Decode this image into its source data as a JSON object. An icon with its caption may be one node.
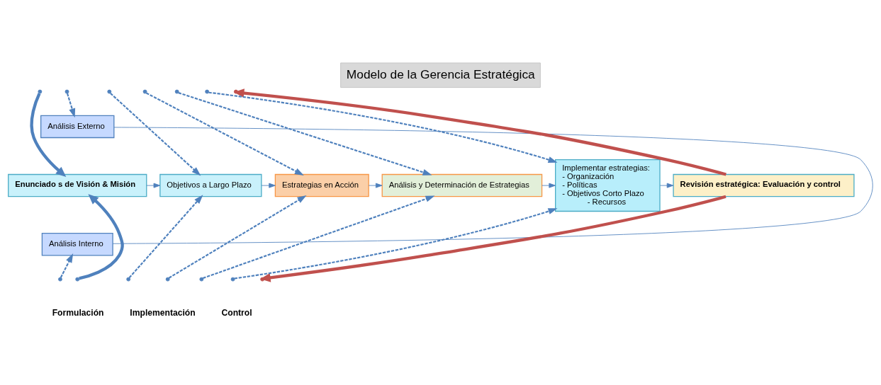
{
  "diagram": {
    "title": "Modelo de la Gerencia Estratégica",
    "nodes": [
      {
        "text": [
          "Análisis Externo"
        ]
      },
      {
        "text": [
          "Enunciado s de Visión & Misión"
        ]
      },
      {
        "text": [
          "Objetivos a Largo Plazo"
        ]
      },
      {
        "text": [
          "Estrategias en Acción"
        ]
      },
      {
        "text": [
          "Análisis y Determinación de Estrategias"
        ]
      },
      {
        "text": [
          "Implementar estrategias: - Organización - Políticas - Objetivos Corto Plazo - Recursos"
        ]
      },
      {
        "text": [
          "Revisión estratégica: Evaluación y control"
        ]
      },
      {
        "text": [
          "Análisis Interno"
        ]
      }
    ],
    "edges": [
      {
        "from": null,
        "to": 1,
        "arrow": "to",
        "style": "thick"
      },
      {
        "from": null,
        "to": 0,
        "arrow": "to",
        "style": "dashed"
      },
      {
        "from": null,
        "to": 2,
        "arrow": "to",
        "style": "dashed"
      },
      {
        "from": null,
        "to": 3,
        "arrow": "to",
        "style": "dashed"
      },
      {
        "from": null,
        "to": 4,
        "arrow": "to",
        "style": "dashed"
      },
      {
        "from": null,
        "to": 5,
        "arrow": "to",
        "style": "dashed"
      },
      {
        "from": 6,
        "to": null,
        "arrow": "to",
        "style": "thick",
        "color": "#c0504d"
      },
      {
        "from": 0,
        "to": 7,
        "arrow": "none"
      },
      {
        "from": 1,
        "to": 2,
        "arrow": "to"
      },
      {
        "from": 2,
        "to": 3,
        "arrow": "to"
      },
      {
        "from": 3,
        "to": 4,
        "arrow": "to"
      },
      {
        "from": 4,
        "to": 5,
        "arrow": "to"
      },
      {
        "from": 5,
        "to": 6,
        "arrow": "to"
      },
      {
        "from": null,
        "to": 1,
        "arrow": "to",
        "style": "thick"
      },
      {
        "from": null,
        "to": 7,
        "arrow": "to",
        "style": "dashed"
      },
      {
        "from": null,
        "to": 2,
        "arrow": "to",
        "style": "dashed"
      },
      {
        "from": null,
        "to": 3,
        "arrow": "to",
        "style": "dashed"
      },
      {
        "from": null,
        "to": 4,
        "arrow": "to",
        "style": "dashed"
      },
      {
        "from": null,
        "to": 5,
        "arrow": "to",
        "style": "dashed"
      },
      {
        "from": 6,
        "to": null,
        "arrow": "to",
        "style": "thick",
        "color": "#c0504d"
      }
    ],
    "labels": [
      "Formulación",
      "Implementación",
      "Control"
    ]
  }
}
